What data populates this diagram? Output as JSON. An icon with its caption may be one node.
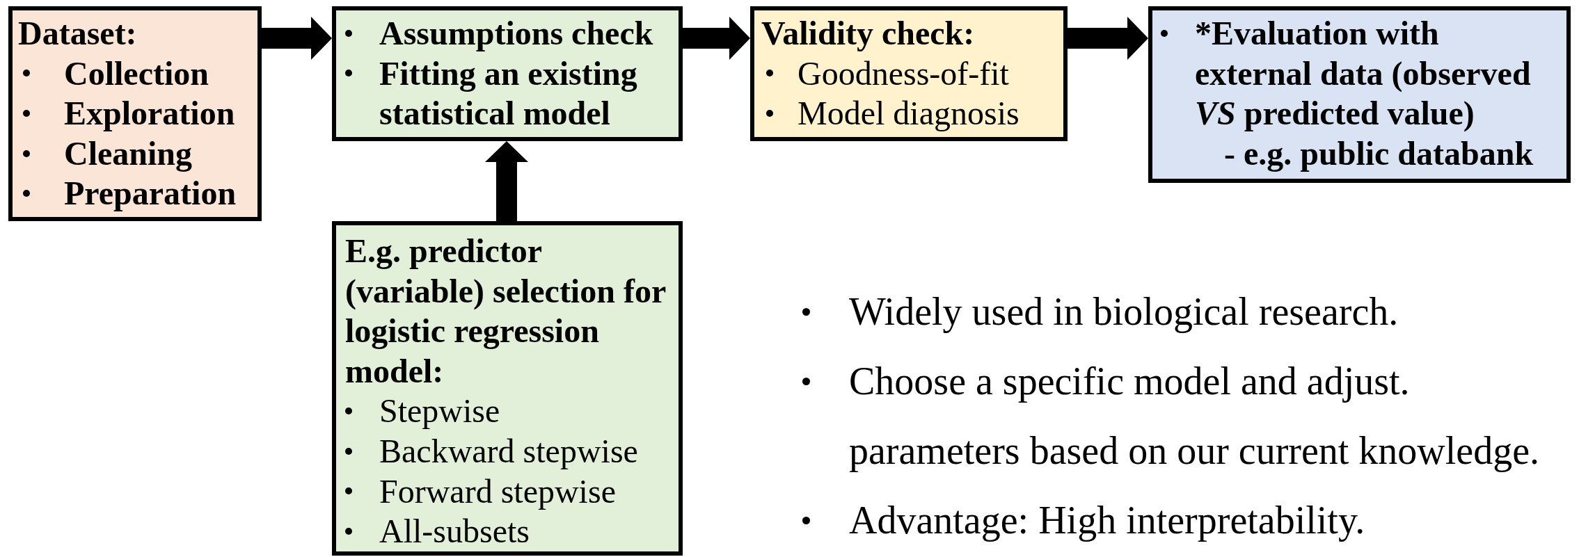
{
  "diagram": {
    "nodes": [
      {
        "text": [
          "Dataset:",
          "Collection",
          "Exploration",
          "Cleaning",
          "Preparation"
        ]
      },
      {
        "text": [
          "Assumptions check",
          "Fitting an existing statistical model"
        ]
      },
      {
        "text": [
          "Validity check:",
          "Goodness-of-fit",
          "Model diagnosis"
        ]
      },
      {
        "text": [
          "*Evaluation with external data (observed",
          "*VS* predicted value)",
          "- e.g. public databank"
        ]
      },
      {
        "text": [
          "E.g. predictor (variable) selection for logistic regression model:",
          "Stepwise",
          "Backward stepwise",
          "Forward stepwise",
          "All-subsets"
        ]
      }
    ],
    "edges": [
      {
        "from": 0,
        "to": 1,
        "arrow": "to"
      },
      {
        "from": 1,
        "to": 2,
        "arrow": "to"
      },
      {
        "from": 2,
        "to": 3,
        "arrow": "to"
      },
      {
        "from": 4,
        "to": 1,
        "arrow": "to"
      }
    ],
    "labels": [
      "Widely used in biological research.",
      "Choose a specific model and adjust. parameters based on our current knowledge.",
      "Advantage: High interpretability."
    ]
  }
}
